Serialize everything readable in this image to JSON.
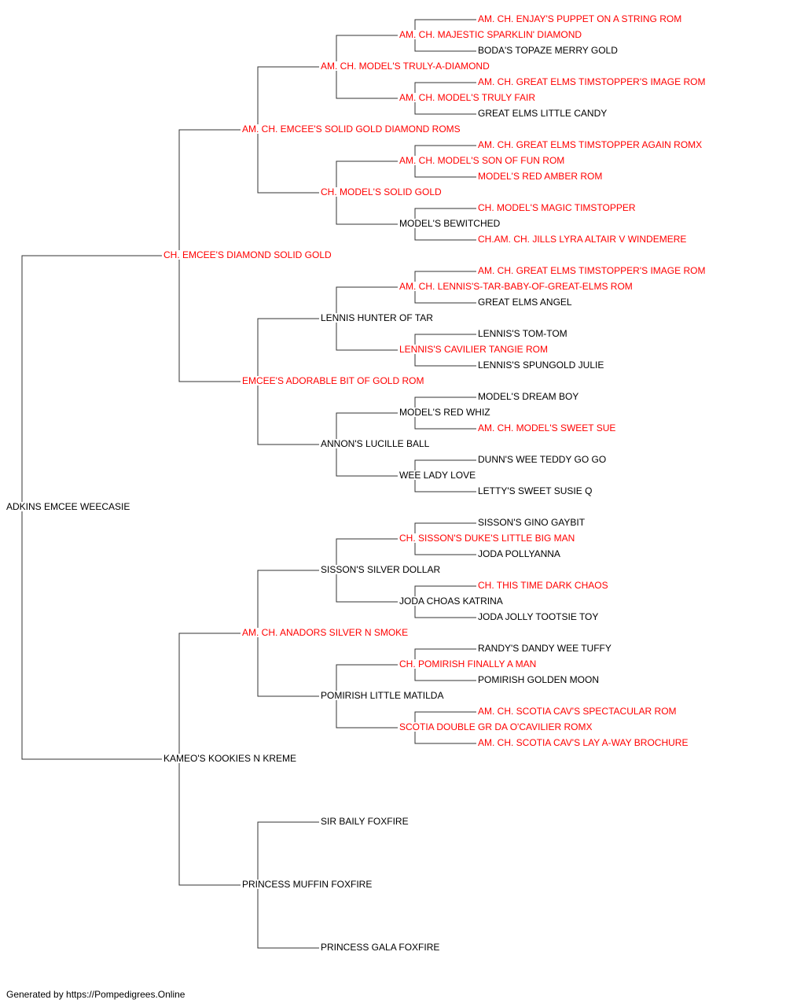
{
  "colors": {
    "champion": "#ff0000",
    "regular": "#000000",
    "connector": "#333333"
  },
  "pedigree": {
    "name": "ADKINS EMCEE WEECASIE",
    "champion": false,
    "sire": {
      "name": "CH. EMCEE'S DIAMOND SOLID GOLD",
      "champion": true,
      "sire": {
        "name": "AM. CH. EMCEE'S SOLID GOLD DIAMOND ROMS",
        "champion": true,
        "sire": {
          "name": "AM. CH. MODEL'S TRULY-A-DIAMOND",
          "champion": true,
          "sire": {
            "name": "AM. CH. MAJESTIC SPARKLIN' DIAMOND",
            "champion": true,
            "sire": {
              "name": "AM. CH. ENJAY'S PUPPET ON A STRING ROM",
              "champion": true
            },
            "dam": {
              "name": "BODA'S TOPAZE MERRY GOLD",
              "champion": false
            }
          },
          "dam": {
            "name": "AM. CH. MODEL'S TRULY FAIR",
            "champion": true,
            "sire": {
              "name": "AM. CH. GREAT ELMS TIMSTOPPER'S IMAGE ROM",
              "champion": true
            },
            "dam": {
              "name": "GREAT ELMS LITTLE CANDY",
              "champion": false
            }
          }
        },
        "dam": {
          "name": "CH. MODEL'S SOLID GOLD",
          "champion": true,
          "sire": {
            "name": "AM. CH. MODEL'S SON OF FUN ROM",
            "champion": true,
            "sire": {
              "name": "AM. CH. GREAT ELMS TIMSTOPPER AGAIN ROMX",
              "champion": true
            },
            "dam": {
              "name": "MODEL'S RED AMBER ROM",
              "champion": true
            }
          },
          "dam": {
            "name": "MODEL'S BEWITCHED",
            "champion": false,
            "sire": {
              "name": "CH. MODEL'S MAGIC TIMSTOPPER",
              "champion": true
            },
            "dam": {
              "name": "CH.AM. CH. JILLS LYRA ALTAIR V WINDEMERE",
              "champion": true
            }
          }
        }
      },
      "dam": {
        "name": "EMCEE'S ADORABLE BIT OF GOLD ROM",
        "champion": true,
        "sire": {
          "name": "LENNIS HUNTER OF TAR",
          "champion": false,
          "sire": {
            "name": "AM. CH. LENNIS'S-TAR-BABY-OF-GREAT-ELMS ROM",
            "champion": true,
            "sire": {
              "name": "AM. CH. GREAT ELMS TIMSTOPPER'S IMAGE ROM",
              "champion": true
            },
            "dam": {
              "name": "GREAT ELMS ANGEL",
              "champion": false
            }
          },
          "dam": {
            "name": "LENNIS'S CAVILIER TANGIE ROM",
            "champion": true,
            "sire": {
              "name": "LENNIS'S TOM-TOM",
              "champion": false
            },
            "dam": {
              "name": "LENNIS'S SPUNGOLD JULIE",
              "champion": false
            }
          }
        },
        "dam": {
          "name": "ANNON'S LUCILLE BALL",
          "champion": false,
          "sire": {
            "name": "MODEL'S RED WHIZ",
            "champion": false,
            "sire": {
              "name": "MODEL'S DREAM BOY",
              "champion": false
            },
            "dam": {
              "name": "AM. CH. MODEL'S SWEET SUE",
              "champion": true
            }
          },
          "dam": {
            "name": "WEE LADY LOVE",
            "champion": false,
            "sire": {
              "name": "DUNN'S WEE TEDDY GO GO",
              "champion": false
            },
            "dam": {
              "name": "LETTY'S SWEET SUSIE Q",
              "champion": false
            }
          }
        }
      }
    },
    "dam": {
      "name": "KAMEO'S KOOKIES N KREME",
      "champion": false,
      "sire": {
        "name": "AM. CH. ANADORS SILVER N SMOKE",
        "champion": true,
        "sire": {
          "name": "SISSON'S SILVER DOLLAR",
          "champion": false,
          "sire": {
            "name": "CH. SISSON'S DUKE'S LITTLE BIG MAN",
            "champion": true,
            "sire": {
              "name": "SISSON'S GINO GAYBIT",
              "champion": false
            },
            "dam": {
              "name": "JODA POLLYANNA",
              "champion": false
            }
          },
          "dam": {
            "name": "JODA CHOAS KATRINA",
            "champion": false,
            "sire": {
              "name": "CH. THIS TIME DARK CHAOS",
              "champion": true
            },
            "dam": {
              "name": "JODA JOLLY TOOTSIE TOY",
              "champion": false
            }
          }
        },
        "dam": {
          "name": "POMIRISH LITTLE MATILDA",
          "champion": false,
          "sire": {
            "name": "CH. POMIRISH FINALLY A MAN",
            "champion": true,
            "sire": {
              "name": "RANDY'S DANDY WEE TUFFY",
              "champion": false
            },
            "dam": {
              "name": "POMIRISH GOLDEN MOON",
              "champion": false
            }
          },
          "dam": {
            "name": "SCOTIA DOUBLE GR DA O'CAVILIER ROMX",
            "champion": true,
            "sire": {
              "name": "AM. CH. SCOTIA CAV'S SPECTACULAR ROM",
              "champion": true
            },
            "dam": {
              "name": "AM. CH. SCOTIA CAV'S LAY A-WAY BROCHURE",
              "champion": true
            }
          }
        }
      },
      "dam": {
        "name": "PRINCESS MUFFIN FOXFIRE",
        "champion": false,
        "sire": {
          "name": "SIR BAILY FOXFIRE",
          "champion": false
        },
        "dam": {
          "name": "PRINCESS GALA FOXFIRE",
          "champion": false
        }
      }
    }
  },
  "footer": {
    "text": "Generated by https://Pompedigrees.Online"
  }
}
